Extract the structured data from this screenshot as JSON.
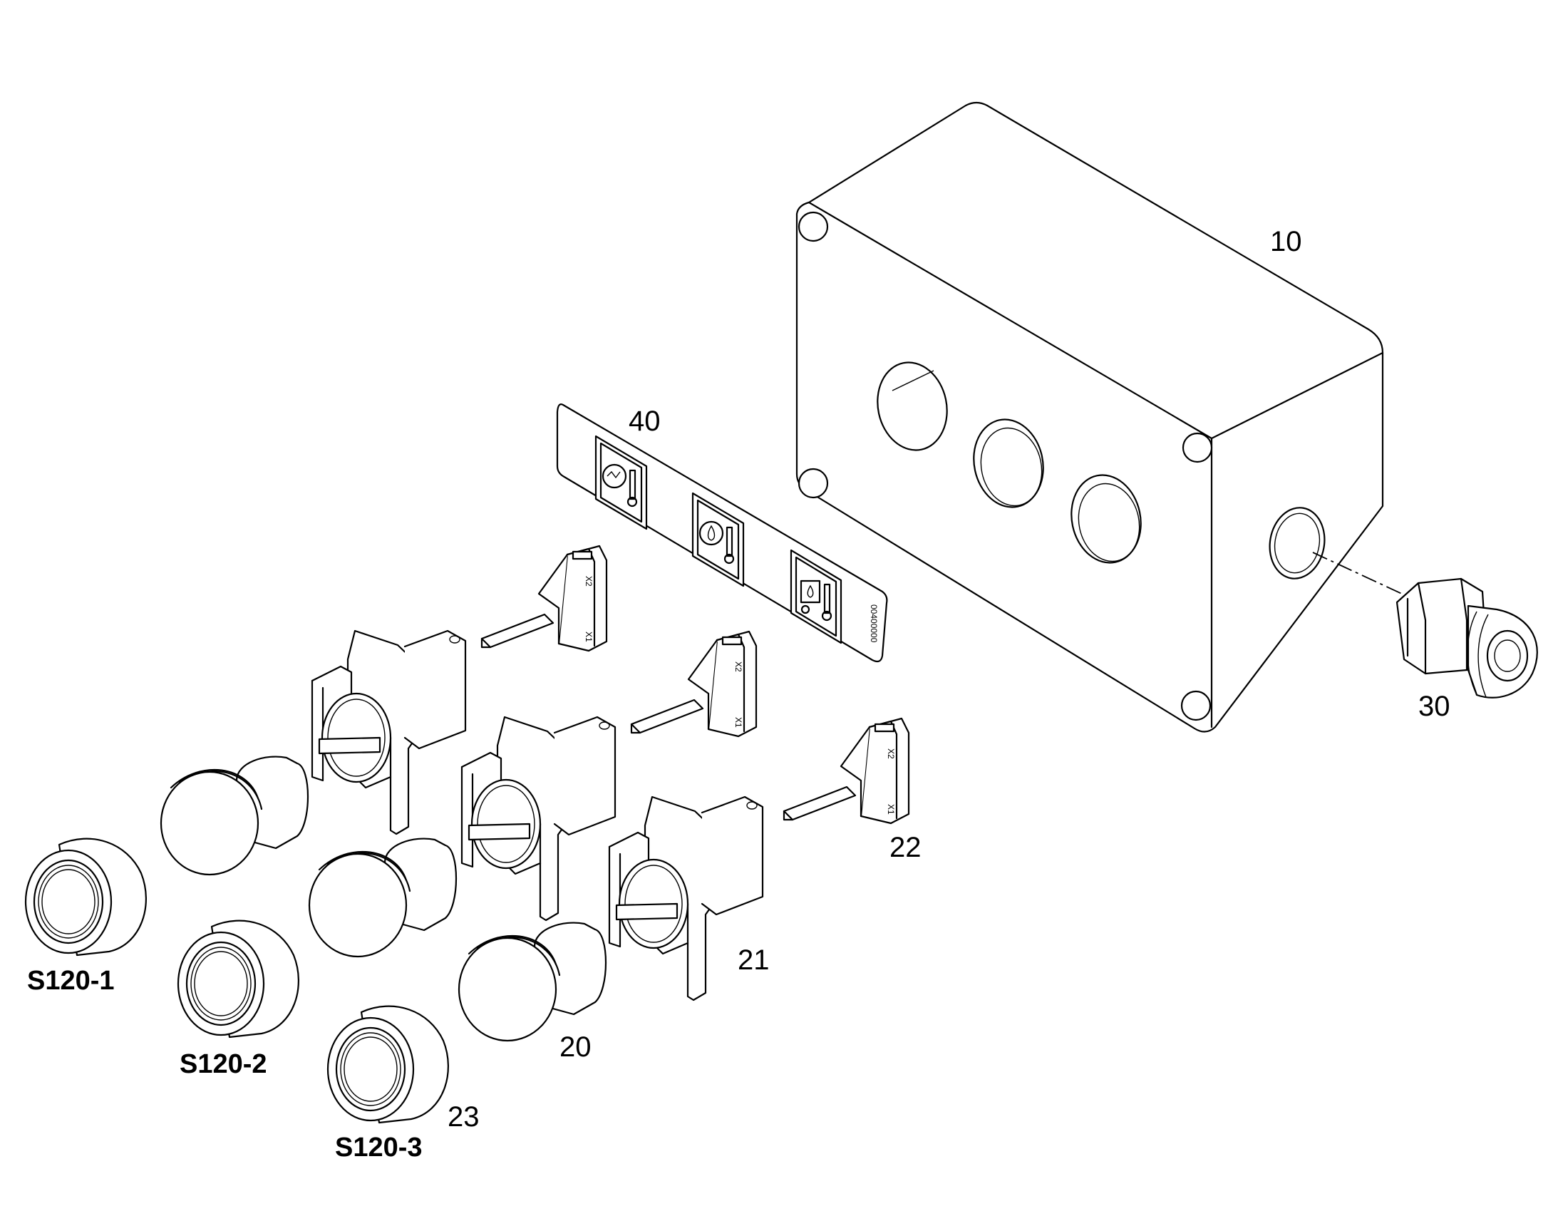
{
  "callouts": {
    "enclosure": "10",
    "legend_plate": "40",
    "cable_gland": "30",
    "contact_block": "22",
    "mounting_adapter": "21",
    "lamp_head": "20",
    "lens_cap": "23"
  },
  "designations": {
    "s1": "S120-1",
    "s2": "S120-2",
    "s3": "S120-3"
  },
  "marks": {
    "x1": "X1",
    "x2": "X2",
    "plate_code": "00400000"
  },
  "legend_symbols": [
    "engine-air-temperature-icon",
    "engine-oil-temperature-icon",
    "coolant-temperature-icon"
  ]
}
